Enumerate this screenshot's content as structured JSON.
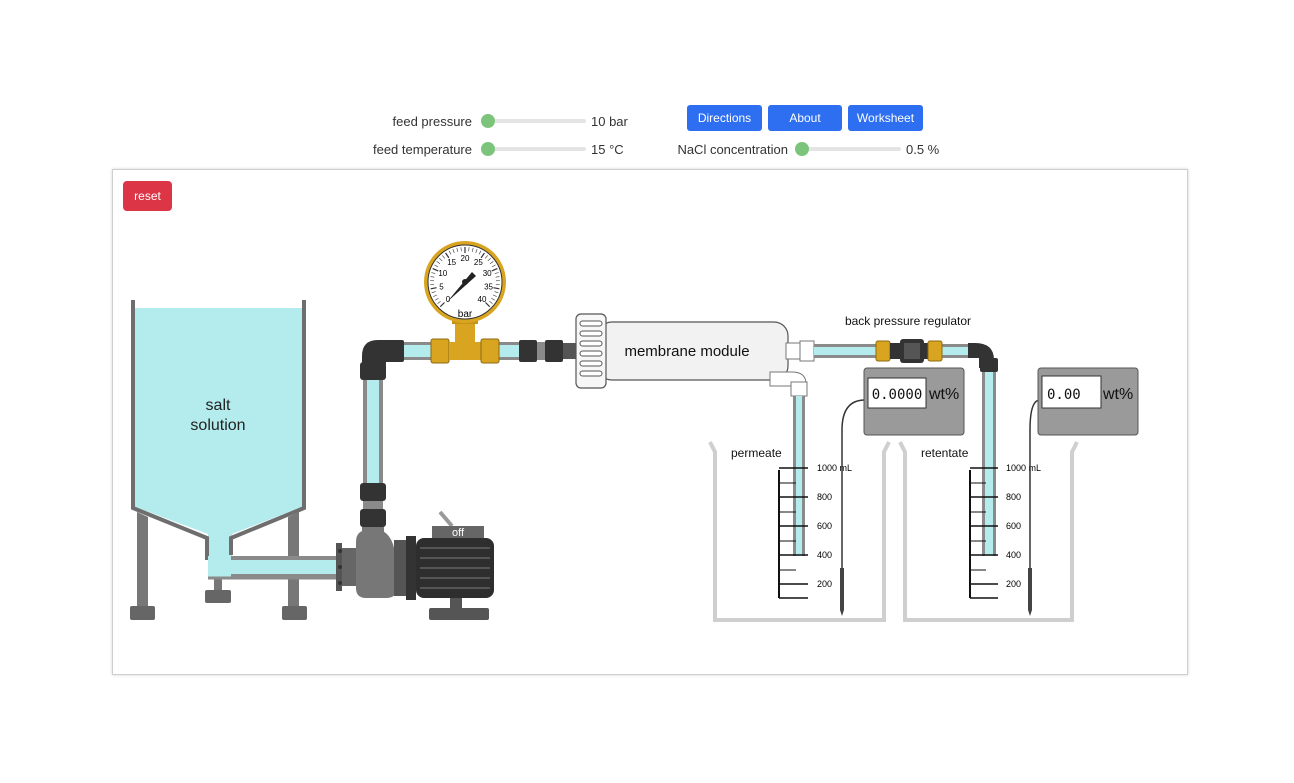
{
  "controls": {
    "feed_pressure": {
      "label": "feed pressure",
      "value": "10 bar",
      "fraction": 0.0
    },
    "feed_temperature": {
      "label": "feed temperature",
      "value": "15 °C",
      "fraction": 0.0
    },
    "nacl_concentration": {
      "label": "NaCl concentration",
      "value": "0.5 %",
      "fraction": 0.0
    }
  },
  "buttons": {
    "directions": "Directions",
    "about": "About",
    "worksheet": "Worksheet",
    "reset": "reset"
  },
  "diagram": {
    "tank_label_line1": "salt",
    "tank_label_line2": "solution",
    "gauge": {
      "unit": "bar",
      "ticks": [
        "0",
        "5",
        "10",
        "15",
        "20",
        "25",
        "30",
        "35",
        "40"
      ]
    },
    "pump_switch": "off",
    "membrane_label": "membrane module",
    "regulator_label": "back pressure regulator",
    "permeate": {
      "label": "permeate",
      "meter_value": "0.0000",
      "meter_unit": "wt%"
    },
    "retentate": {
      "label": "retentate",
      "meter_value": "0.00",
      "meter_unit": "wt%"
    },
    "cylinder_ticks": [
      "1000 mL",
      "800",
      "600",
      "400",
      "200"
    ]
  },
  "colors": {
    "liquid": "#b4ecee",
    "button_blue": "#2e6ff2",
    "reset_red": "#dc3545",
    "slider_thumb": "#7cc47c",
    "brass": "#d9a521"
  }
}
